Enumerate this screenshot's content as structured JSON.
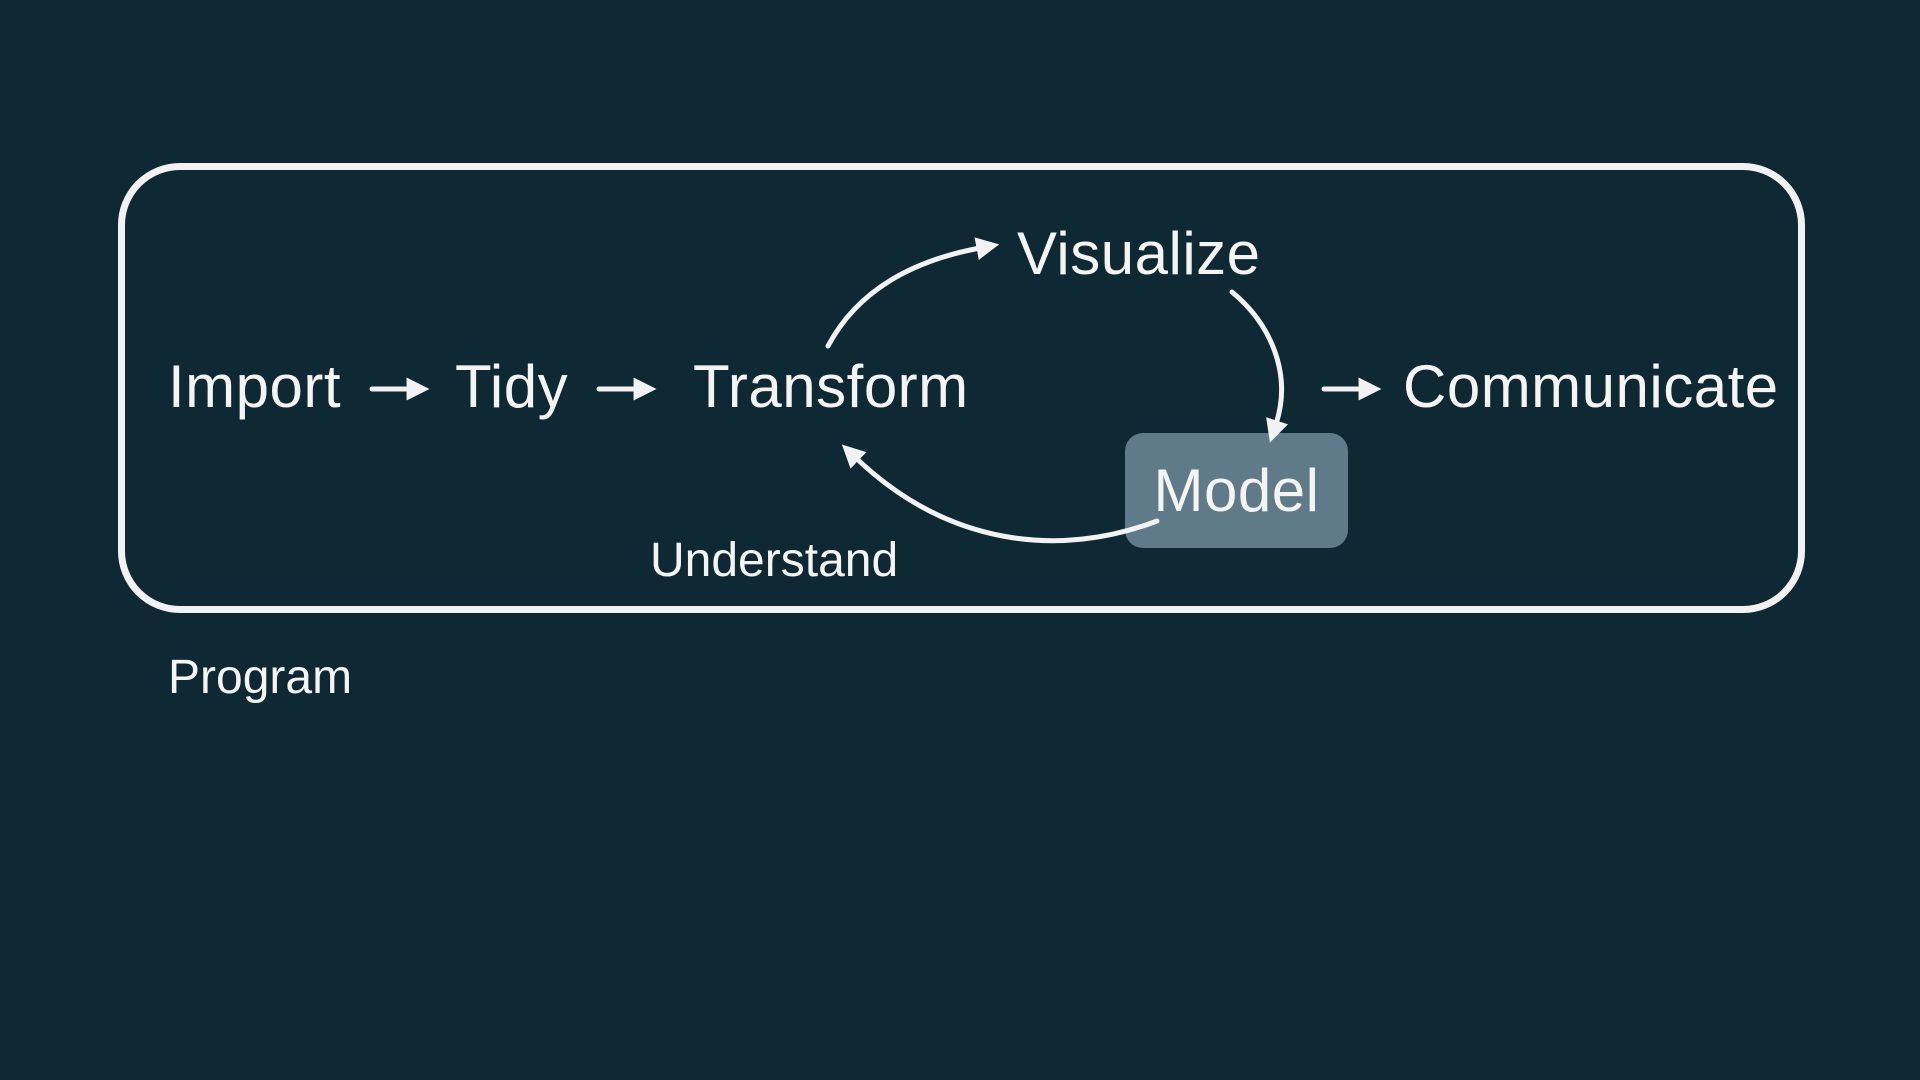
{
  "diagram": {
    "nodes": {
      "import": "Import",
      "tidy": "Tidy",
      "transform": "Transform",
      "visualize": "Visualize",
      "model": "Model",
      "communicate": "Communicate"
    },
    "group_labels": {
      "understand": "Understand",
      "program": "Program"
    },
    "highlighted_node": "Model",
    "flows": [
      {
        "from": "Import",
        "to": "Tidy",
        "type": "straight-arrow"
      },
      {
        "from": "Tidy",
        "to": "Transform",
        "type": "straight-arrow"
      },
      {
        "from": "Transform",
        "to": "Visualize",
        "type": "curved-arrow"
      },
      {
        "from": "Visualize",
        "to": "Model",
        "type": "curved-arrow"
      },
      {
        "from": "Model",
        "to": "Transform",
        "type": "curved-arrow"
      },
      {
        "from": "understand-cycle",
        "to": "Communicate",
        "type": "straight-arrow"
      }
    ],
    "colors": {
      "background": "#0f2934",
      "text": "#f4f4f3",
      "arrows": "#f2f2f2",
      "frame_border": "#f2f2f2",
      "model_box_fill": "#5f7b89"
    }
  }
}
